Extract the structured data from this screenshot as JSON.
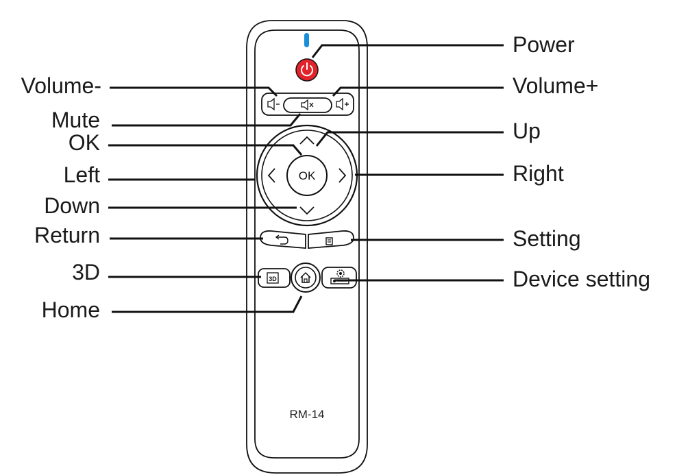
{
  "labels": {
    "power": "Power",
    "volume_minus": "Volume-",
    "volume_plus": "Volume+",
    "mute": "Mute",
    "ok": "OK",
    "up": "Up",
    "left": "Left",
    "right": "Right",
    "down": "Down",
    "return": "Return",
    "setting": "Setting",
    "three_d": "3D",
    "device_setting": "Device setting",
    "home": "Home"
  },
  "remote": {
    "model": "RM-14",
    "ok_button_text": "OK",
    "power_button_color": "#e2232a",
    "indicator_led_color": "#1a8fd8"
  }
}
